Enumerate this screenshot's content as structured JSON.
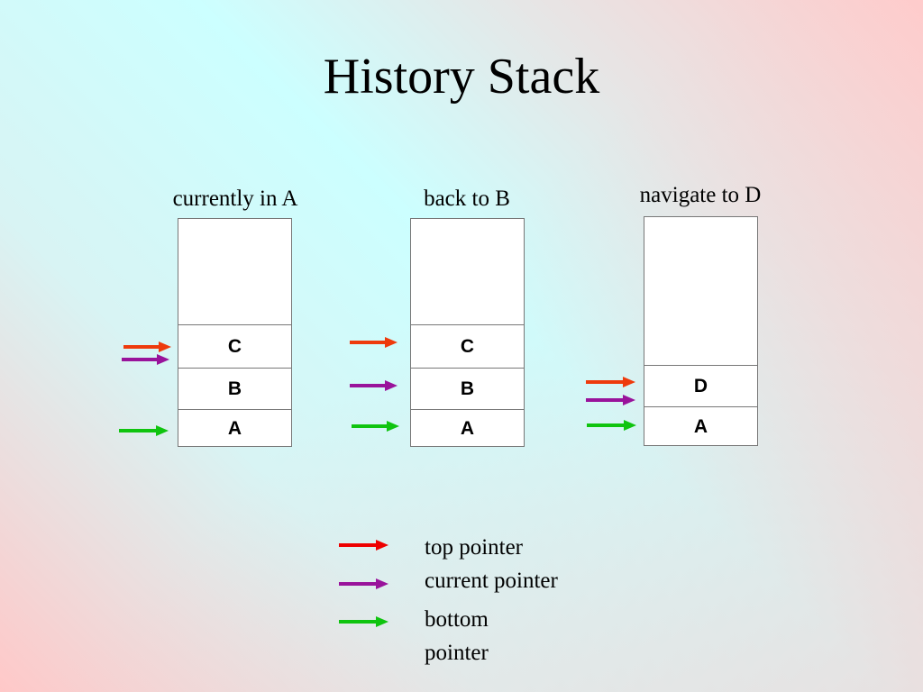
{
  "title": "History Stack",
  "colors": {
    "top": "#ee3a0c",
    "current": "#99139b",
    "bottom": "#0fc40f",
    "legend_top": "#ee0000"
  },
  "stacks": [
    {
      "caption": "currently in A",
      "cells": [
        "C",
        "B",
        "A"
      ],
      "pointers": {
        "top": "C",
        "current": "C",
        "bottom": "A"
      }
    },
    {
      "caption": "back to B",
      "cells": [
        "C",
        "B",
        "A"
      ],
      "pointers": {
        "top": "C",
        "current": "B",
        "bottom": "A"
      }
    },
    {
      "caption": "navigate to D",
      "cells": [
        "D",
        "A"
      ],
      "pointers": {
        "top": "D",
        "current": "D",
        "bottom": "A"
      }
    }
  ],
  "legend": {
    "top": "top pointer",
    "current": "current pointer",
    "bottom_line1": "bottom",
    "bottom_line2": "pointer"
  }
}
